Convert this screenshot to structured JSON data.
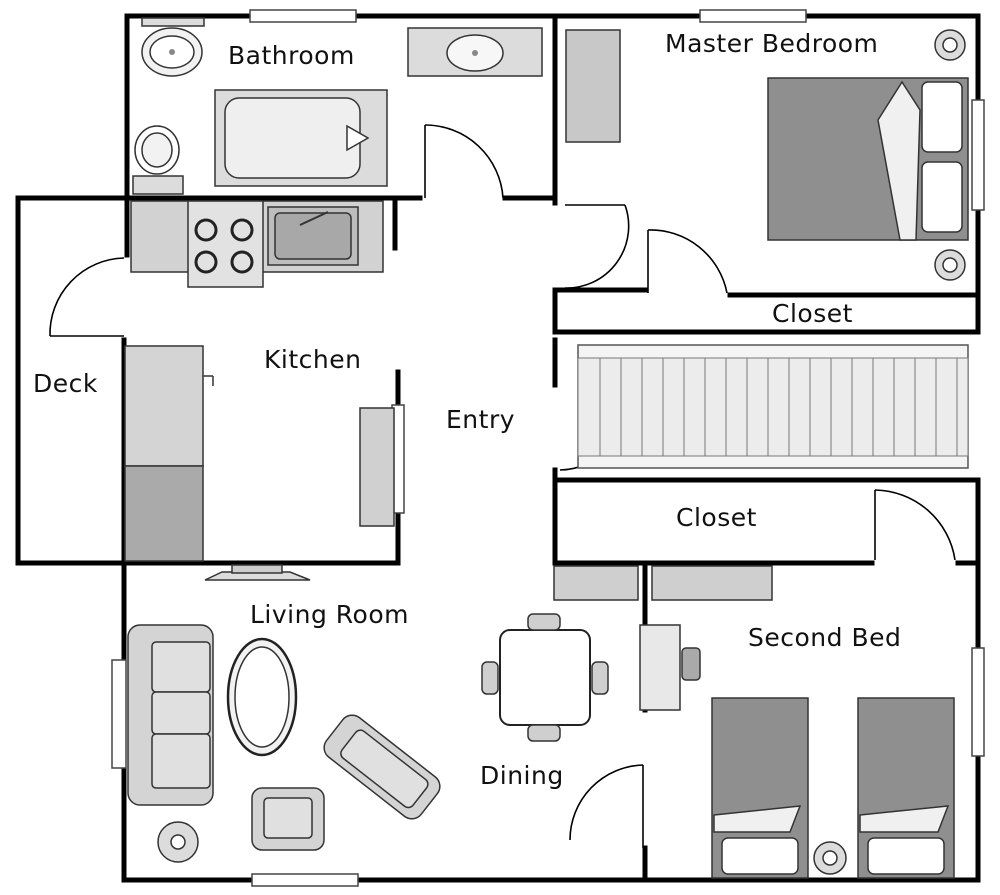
{
  "colors": {
    "wall": "#000000",
    "fixture_light": "#dcdcdc",
    "fixture_mid": "#bdbdbd",
    "bed_dark": "#8a8a8a",
    "background": "#ffffff"
  },
  "rooms": {
    "bathroom": "Bathroom",
    "master_bedroom": "Master Bedroom",
    "closet_master": "Closet",
    "kitchen": "Kitchen",
    "deck": "Deck",
    "entry": "Entry",
    "closet_hall": "Closet",
    "living_room": "Living Room",
    "second_bed": "Second Bed",
    "dining": "Dining"
  }
}
